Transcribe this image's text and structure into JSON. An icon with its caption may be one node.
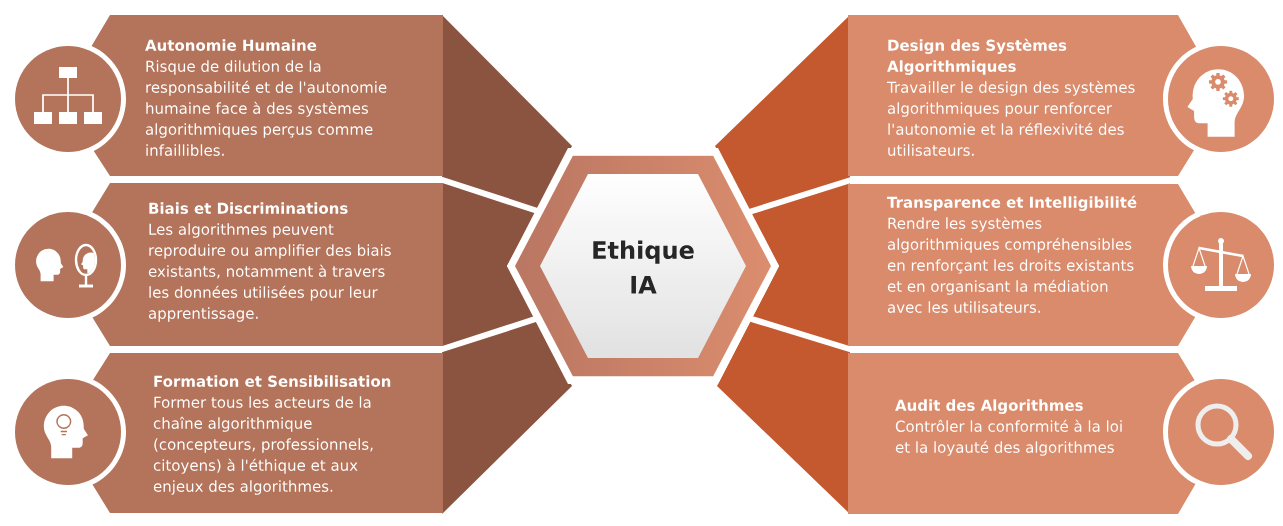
{
  "diagram": {
    "nodes": [
      {
        "text": [
          "Autonomie Humaine",
          "Risque de dilution de la responsabilité et de l'autonomie humaine face à des systèmes algorithmiques perçus comme infaillibles."
        ]
      },
      {
        "text": [
          "Biais et Discriminations",
          "Les algorithmes peuvent reproduire ou amplifier des biais existants, notamment à travers les données utilisées pour leur apprentissage."
        ]
      },
      {
        "text": [
          "Formation et Sensibilisation",
          "Former tous les acteurs de la chaîne algorithmique (concepteurs, professionnels, citoyens) à l'éthique et aux enjeux des algorithmes."
        ]
      },
      {
        "text": [
          "Ethique IA"
        ]
      },
      {
        "text": [
          "Design des Systèmes Algorithmiques",
          "Travailler le design des systèmes algorithmiques pour renforcer l'autonomie et la réflexivité des utilisateurs."
        ]
      },
      {
        "text": [
          "Transparence et Intelligibilité",
          "Rendre les systèmes algorithmiques compréhensibles en renforçant les droits existants et en organisant la médiation avec les utilisateurs."
        ]
      },
      {
        "text": [
          "Audit des Algorithmes",
          "Contrôler la conformité à la loi et la loyauté des algorithmes"
        ]
      }
    ]
  }
}
